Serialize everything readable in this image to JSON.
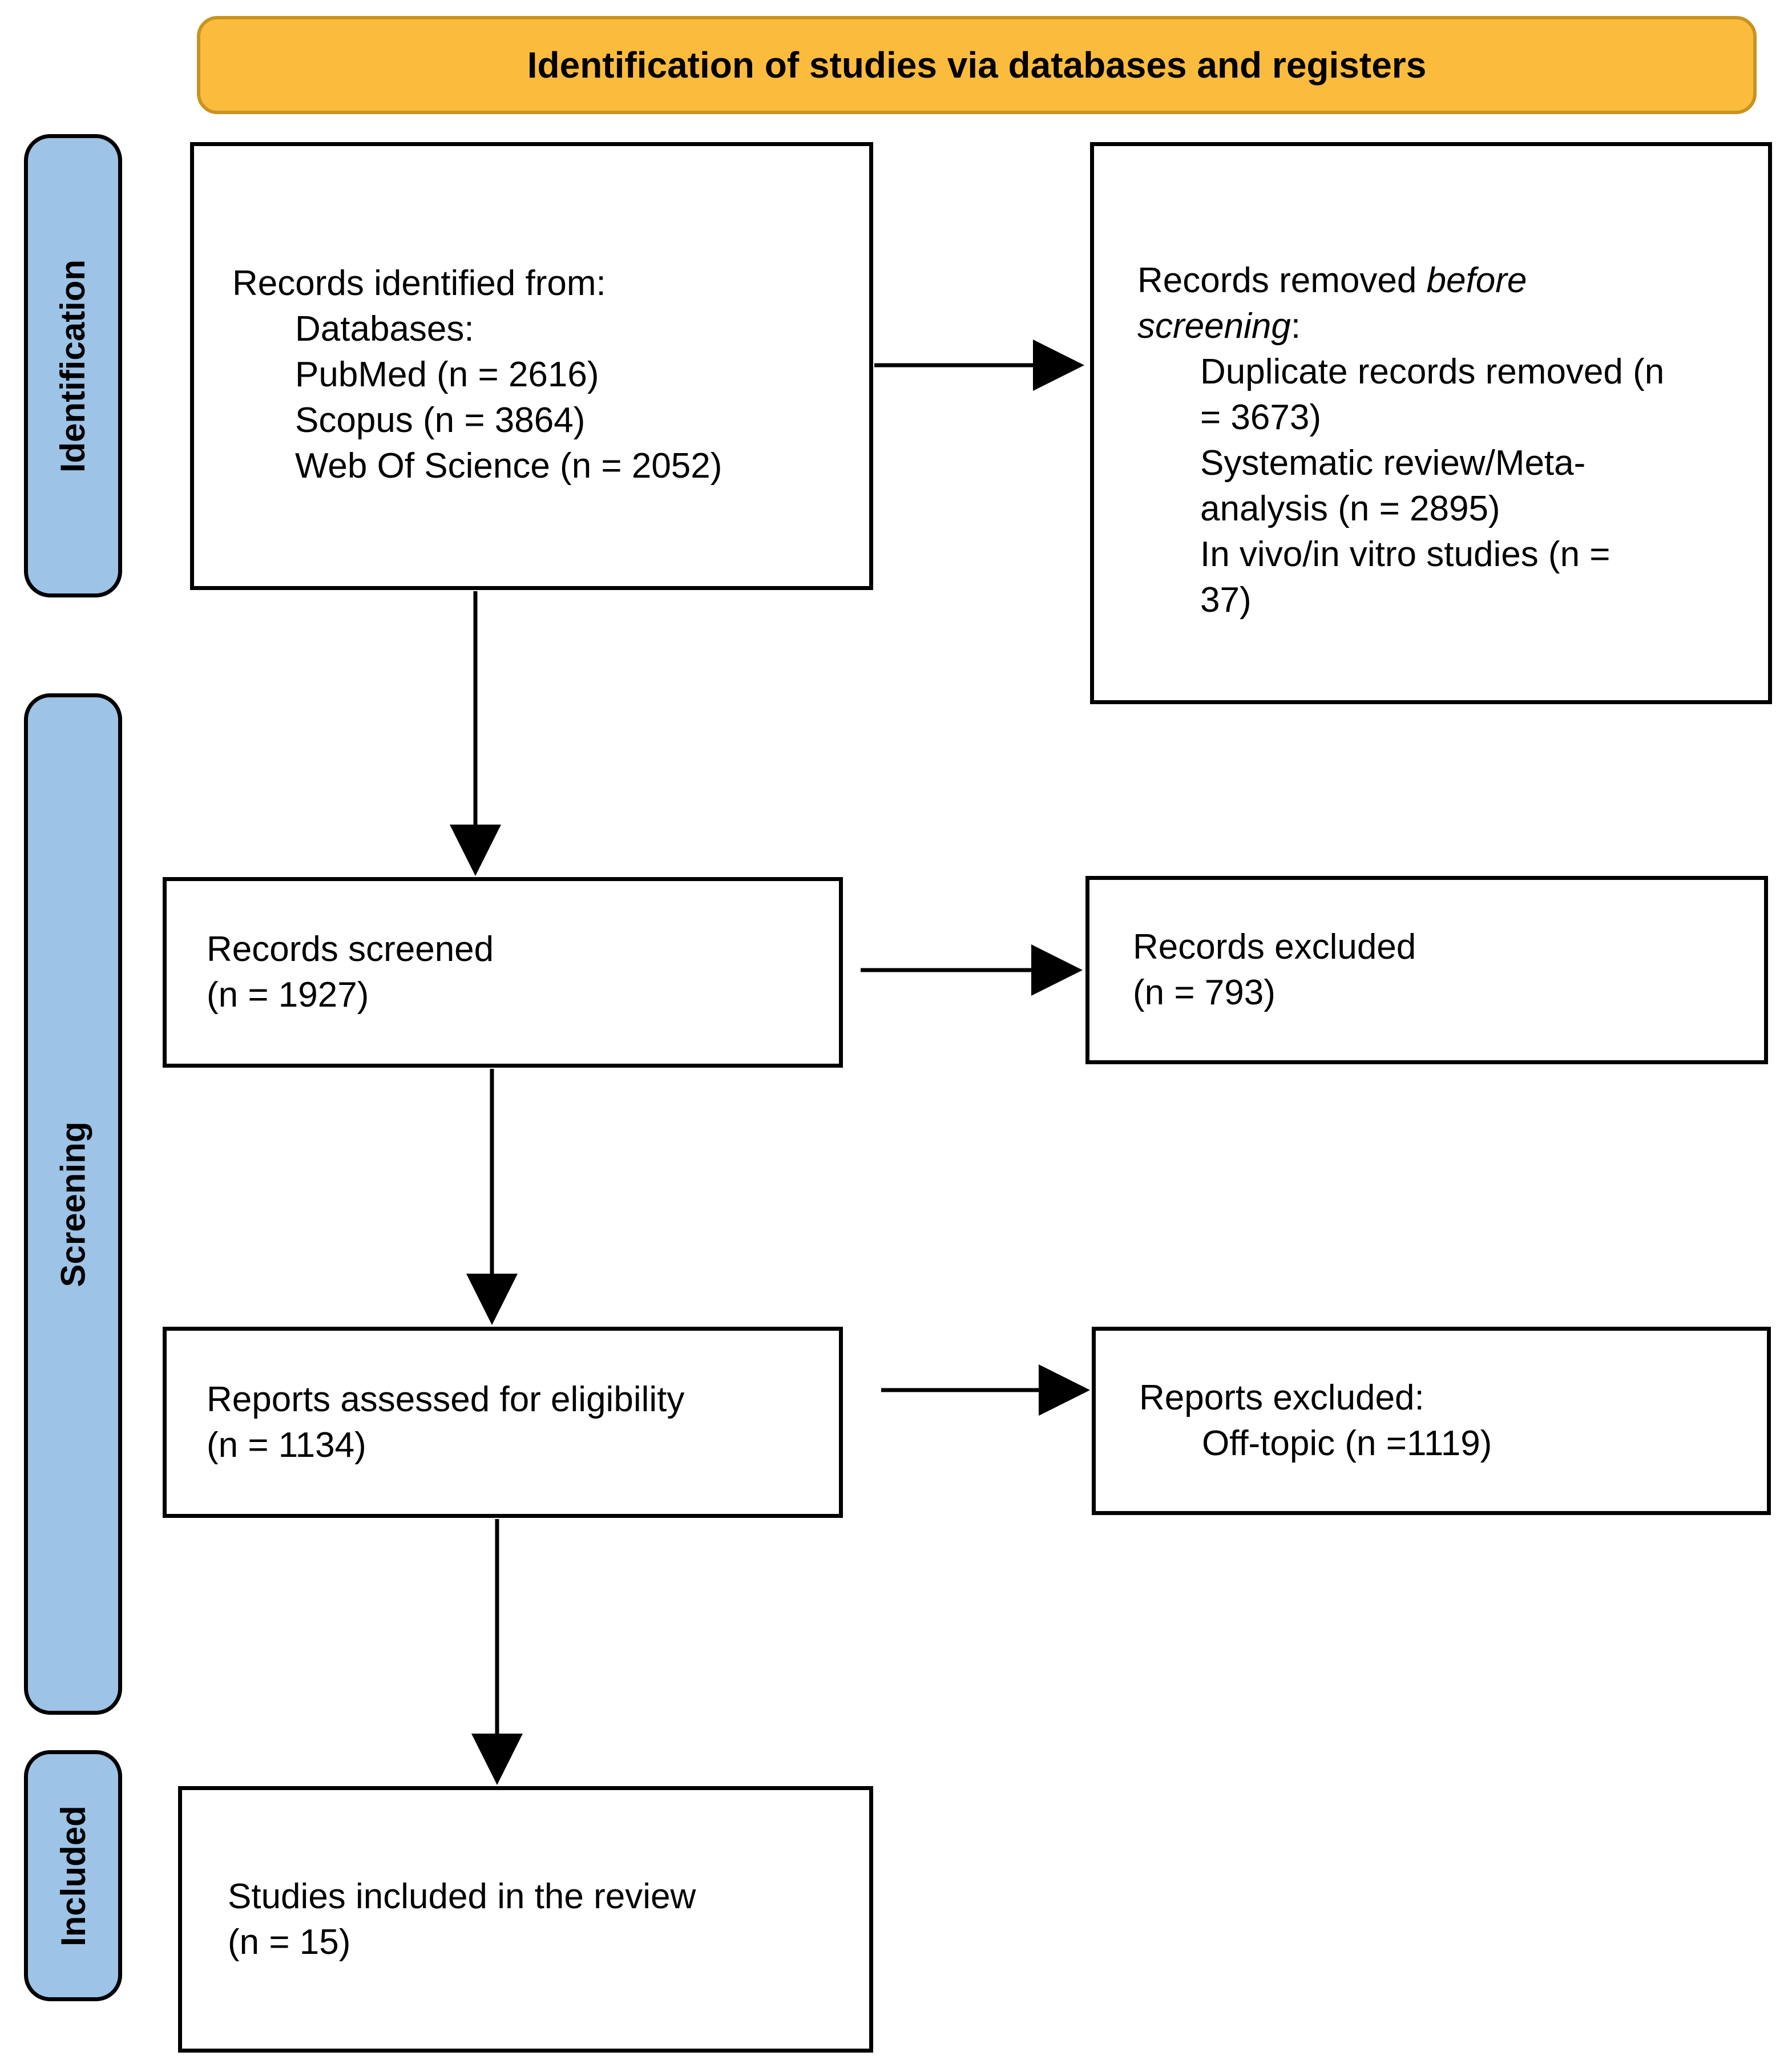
{
  "header": {
    "title": "Identification of studies via databases and registers"
  },
  "sidebar": {
    "identification_label": "Identification",
    "screening_label": "Screening",
    "included_label": "Included"
  },
  "boxes": {
    "records_identified": {
      "heading": "Records identified from:",
      "items": [
        "Databases:",
        "PubMed (n = 2616)",
        "Scopus (n = 3864)",
        "Web Of Science (n = 2052)"
      ]
    },
    "records_removed": {
      "heading_prefix": "Records removed ",
      "heading_italic": "before\nscreening",
      "heading_suffix": ":",
      "items": [
        "Duplicate records removed (n\n= 3673)",
        "Systematic review/Meta-\nanalysis (n = 2895)",
        "In vivo/in vitro studies (n =\n37)"
      ]
    },
    "records_screened": {
      "label": "Records screened\n(n = 1927)"
    },
    "records_excluded": {
      "label": "Records excluded\n(n = 793)"
    },
    "reports_assessed": {
      "label": "Reports assessed for eligibility\n(n = 1134)"
    },
    "reports_excluded": {
      "heading": "Reports excluded:",
      "items": [
        "Off-topic (n =1119)"
      ]
    },
    "studies_included": {
      "label": "Studies included in the review\n(n = 15)"
    }
  },
  "colors": {
    "header_fill": "#FBBC3E",
    "header_border": "#C9931F",
    "sidebar_fill": "#9DC3E6",
    "box_border": "#000000",
    "arrow_color": "#000000"
  }
}
